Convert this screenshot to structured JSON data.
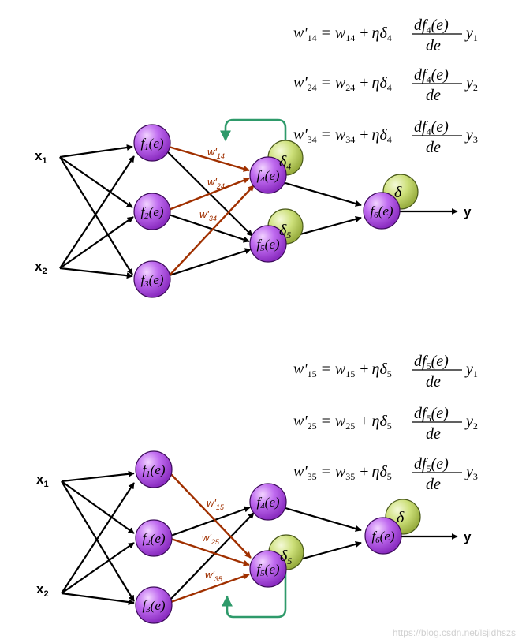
{
  "inputs": {
    "x1": "x",
    "x1_sub": "1",
    "x2": "x",
    "x2_sub": "2"
  },
  "output": "y",
  "nodes": {
    "f1": {
      "f": "f",
      "sub": "1",
      "arg": "(e)"
    },
    "f2": {
      "f": "f",
      "sub": "2",
      "arg": "(e)"
    },
    "f3": {
      "f": "f",
      "sub": "3",
      "arg": "(e)"
    },
    "f4": {
      "f": "f",
      "sub": "4",
      "arg": "(e)"
    },
    "f5": {
      "f": "f",
      "sub": "5",
      "arg": "(e)"
    },
    "f6": {
      "f": "f",
      "sub": "6",
      "arg": "(e)"
    }
  },
  "deltas": {
    "d4": {
      "sym": "δ",
      "sub": "4"
    },
    "d5": {
      "sym": "δ",
      "sub": "5"
    },
    "d": {
      "sym": "δ",
      "sub": ""
    }
  },
  "top_weights": [
    {
      "w": "w'",
      "sub": "14"
    },
    {
      "w": "w'",
      "sub": "24"
    },
    {
      "w": "w'",
      "sub": "34"
    }
  ],
  "bottom_weights": [
    {
      "w": "w'",
      "sub": "15"
    },
    {
      "w": "w'",
      "sub": "25"
    },
    {
      "w": "w'",
      "sub": "35"
    }
  ],
  "top_formulas": [
    {
      "lhs": "w'",
      "lhs_sub": "14",
      "eq": "=",
      "w": "w",
      "w_sub": "14",
      "plus": "+",
      "eta": "η",
      "delta": "δ",
      "delta_sub": "4",
      "num_d": "df",
      "num_sub": "4",
      "num_arg": "(e)",
      "den": "de",
      "y": "y",
      "y_sub": "1"
    },
    {
      "lhs": "w'",
      "lhs_sub": "24",
      "eq": "=",
      "w": "w",
      "w_sub": "24",
      "plus": "+",
      "eta": "η",
      "delta": "δ",
      "delta_sub": "4",
      "num_d": "df",
      "num_sub": "4",
      "num_arg": "(e)",
      "den": "de",
      "y": "y",
      "y_sub": "2"
    },
    {
      "lhs": "w'",
      "lhs_sub": "34",
      "eq": "=",
      "w": "w",
      "w_sub": "34",
      "plus": "+",
      "eta": "η",
      "delta": "δ",
      "delta_sub": "4",
      "num_d": "df",
      "num_sub": "4",
      "num_arg": "(e)",
      "den": "de",
      "y": "y",
      "y_sub": "3"
    }
  ],
  "bottom_formulas": [
    {
      "lhs": "w'",
      "lhs_sub": "15",
      "eq": "=",
      "w": "w",
      "w_sub": "15",
      "plus": "+",
      "eta": "η",
      "delta": "δ",
      "delta_sub": "5",
      "num_d": "df",
      "num_sub": "5",
      "num_arg": "(e)",
      "den": "de",
      "y": "y",
      "y_sub": "1"
    },
    {
      "lhs": "w'",
      "lhs_sub": "25",
      "eq": "=",
      "w": "w",
      "w_sub": "25",
      "plus": "+",
      "eta": "η",
      "delta": "δ",
      "delta_sub": "5",
      "num_d": "df",
      "num_sub": "5",
      "num_arg": "(e)",
      "den": "de",
      "y": "y",
      "y_sub": "2"
    },
    {
      "lhs": "w'",
      "lhs_sub": "35",
      "eq": "=",
      "w": "w",
      "w_sub": "35",
      "plus": "+",
      "eta": "η",
      "delta": "δ",
      "delta_sub": "5",
      "num_d": "df",
      "num_sub": "5",
      "num_arg": "(e)",
      "den": "de",
      "y": "y",
      "y_sub": "3"
    }
  ],
  "watermark": "https://blog.csdn.net/lsjidhszs",
  "colors": {
    "node_fill": "#b450e6",
    "node_stroke": "#3c0a5a",
    "delta_fill": "#c8dc78",
    "delta_stroke": "#4a5a1a",
    "updated_edge": "#a03000",
    "edge": "#000000",
    "feedback": "#2e9a6a"
  }
}
